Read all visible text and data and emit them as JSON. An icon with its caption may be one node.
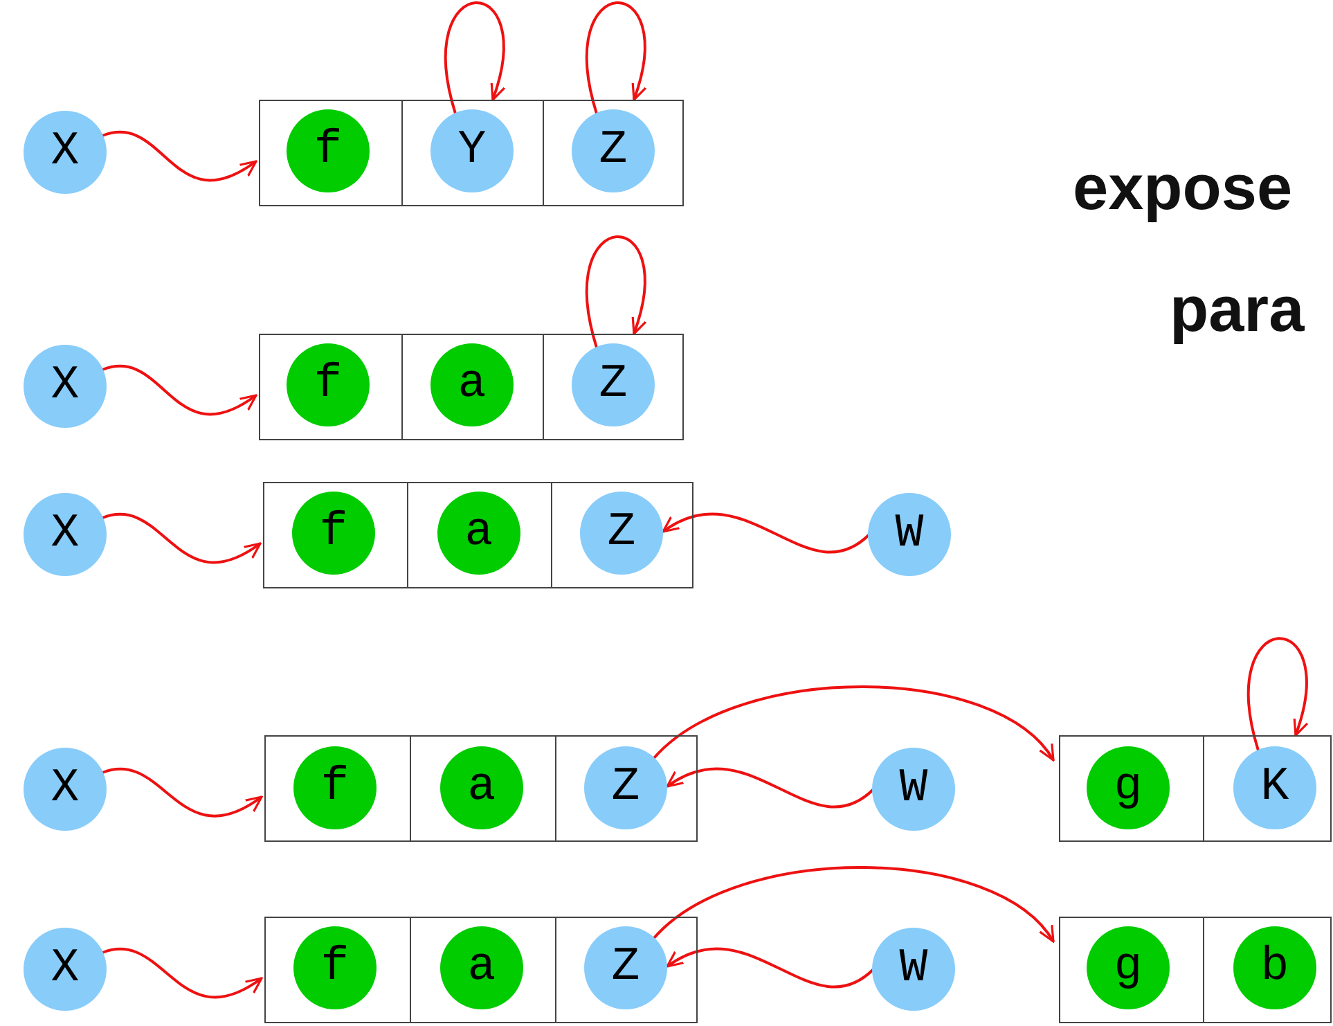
{
  "diagram": {
    "nodes": [
      {
        "text": [
          "X"
        ]
      },
      {
        "text": [],
        "shape": "box"
      },
      {
        "text": [],
        "shape": "box",
        "in": 1
      },
      {
        "text": [
          "f"
        ],
        "in": 2
      },
      {
        "text": [],
        "shape": "box",
        "in": 1
      },
      {
        "text": [
          "Y"
        ],
        "in": 4
      },
      {
        "text": [],
        "shape": "box",
        "in": 1
      },
      {
        "text": [
          "Z"
        ],
        "in": 6
      },
      {
        "text": [
          "X"
        ]
      },
      {
        "text": [],
        "shape": "box"
      },
      {
        "text": [],
        "shape": "box",
        "in": 9
      },
      {
        "text": [
          "f"
        ],
        "in": 10
      },
      {
        "text": [],
        "shape": "box",
        "in": 9
      },
      {
        "text": [
          "a"
        ],
        "in": 12
      },
      {
        "text": [],
        "shape": "box",
        "in": 9
      },
      {
        "text": [
          "Z"
        ],
        "in": 14
      },
      {
        "text": [
          "X"
        ]
      },
      {
        "text": [],
        "shape": "box"
      },
      {
        "text": [],
        "shape": "box",
        "in": 17
      },
      {
        "text": [
          "f"
        ],
        "in": 18
      },
      {
        "text": [],
        "shape": "box",
        "in": 17
      },
      {
        "text": [
          "a"
        ],
        "in": 20
      },
      {
        "text": [],
        "shape": "box",
        "in": 17
      },
      {
        "text": [
          "Z"
        ],
        "in": 22
      },
      {
        "text": [
          "W"
        ]
      },
      {
        "text": [
          "X"
        ]
      },
      {
        "text": [],
        "shape": "box"
      },
      {
        "text": [],
        "shape": "box",
        "in": 26
      },
      {
        "text": [
          "f"
        ],
        "in": 27
      },
      {
        "text": [],
        "shape": "box",
        "in": 26
      },
      {
        "text": [
          "a"
        ],
        "in": 29
      },
      {
        "text": [],
        "shape": "box",
        "in": 26
      },
      {
        "text": [
          "Z"
        ],
        "in": 31
      },
      {
        "text": [
          "W"
        ]
      },
      {
        "text": [],
        "shape": "box"
      },
      {
        "text": [],
        "shape": "box",
        "in": 34
      },
      {
        "text": [
          "g"
        ],
        "in": 35
      },
      {
        "text": [],
        "shape": "box",
        "in": 34
      },
      {
        "text": [
          "K"
        ],
        "in": 37
      },
      {
        "text": [
          "X"
        ]
      },
      {
        "text": [],
        "shape": "box"
      },
      {
        "text": [],
        "shape": "box",
        "in": 40
      },
      {
        "text": [
          "f"
        ],
        "in": 41
      },
      {
        "text": [],
        "shape": "box",
        "in": 40
      },
      {
        "text": [
          "a"
        ],
        "in": 43
      },
      {
        "text": [],
        "shape": "box",
        "in": 40
      },
      {
        "text": [
          "Z"
        ],
        "in": 45
      },
      {
        "text": [
          "W"
        ]
      },
      {
        "text": [],
        "shape": "box"
      },
      {
        "text": [],
        "shape": "box",
        "in": 48
      },
      {
        "text": [
          "g"
        ],
        "in": 49
      },
      {
        "text": [],
        "shape": "box",
        "in": 48
      },
      {
        "text": [
          "b"
        ],
        "in": 51
      }
    ],
    "edges": [
      {
        "from": 0,
        "to": 1,
        "arrow": "to"
      },
      {
        "from": 5,
        "to": 5,
        "arrow": "to"
      },
      {
        "from": 7,
        "to": 7,
        "arrow": "to"
      },
      {
        "from": 8,
        "to": 9,
        "arrow": "to"
      },
      {
        "from": 15,
        "to": 15,
        "arrow": "to"
      },
      {
        "from": 16,
        "to": 17,
        "arrow": "to"
      },
      {
        "from": 24,
        "to": 23,
        "arrow": "to"
      },
      {
        "from": 25,
        "to": 26,
        "arrow": "to"
      },
      {
        "from": 32,
        "to": 34,
        "arrow": "to"
      },
      {
        "from": 33,
        "to": 32,
        "arrow": "to"
      },
      {
        "from": 38,
        "to": 38,
        "arrow": "to"
      },
      {
        "from": 39,
        "to": 40,
        "arrow": "to"
      },
      {
        "from": 46,
        "to": 48,
        "arrow": "to"
      },
      {
        "from": 47,
        "to": 46,
        "arrow": "to"
      }
    ],
    "labels": [
      "expose",
      "para"
    ]
  }
}
